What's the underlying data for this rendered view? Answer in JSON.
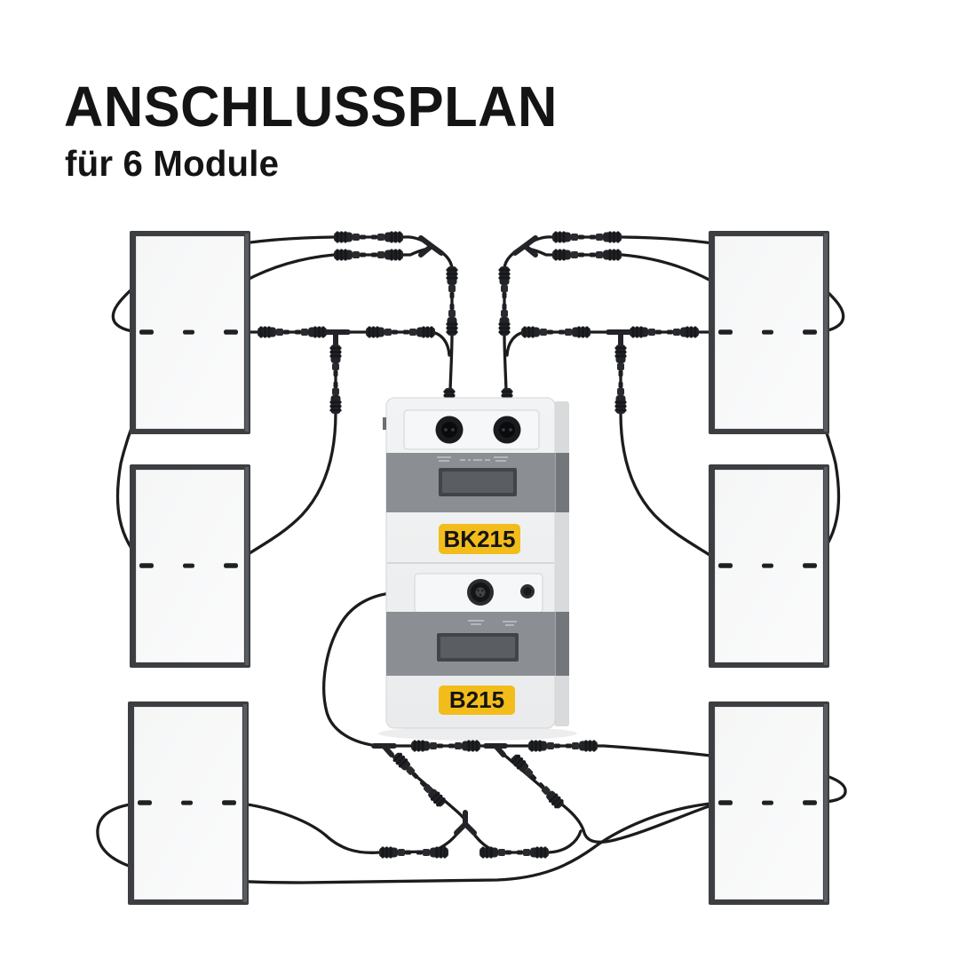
{
  "header": {
    "title": "ANSCHLUSSPLAN",
    "subtitle": "für 6 Module"
  },
  "diagram": {
    "module_count": 6,
    "panels": [
      {
        "id": "panel-top-left"
      },
      {
        "id": "panel-middle-left"
      },
      {
        "id": "panel-bottom-left"
      },
      {
        "id": "panel-top-right"
      },
      {
        "id": "panel-middle-right"
      },
      {
        "id": "panel-bottom-right"
      }
    ],
    "device": {
      "top_unit": {
        "label": "BK215"
      },
      "bottom_unit": {
        "label": "B215"
      }
    },
    "colors": {
      "label_bg": "#F2BC1B",
      "label_text": "#141414",
      "cable": "#1c1c1e",
      "panel_frame": "#3c3e41",
      "panel_fill": "#f8f8f9",
      "band": "#8b8e93",
      "body": "#eef0f1"
    }
  }
}
